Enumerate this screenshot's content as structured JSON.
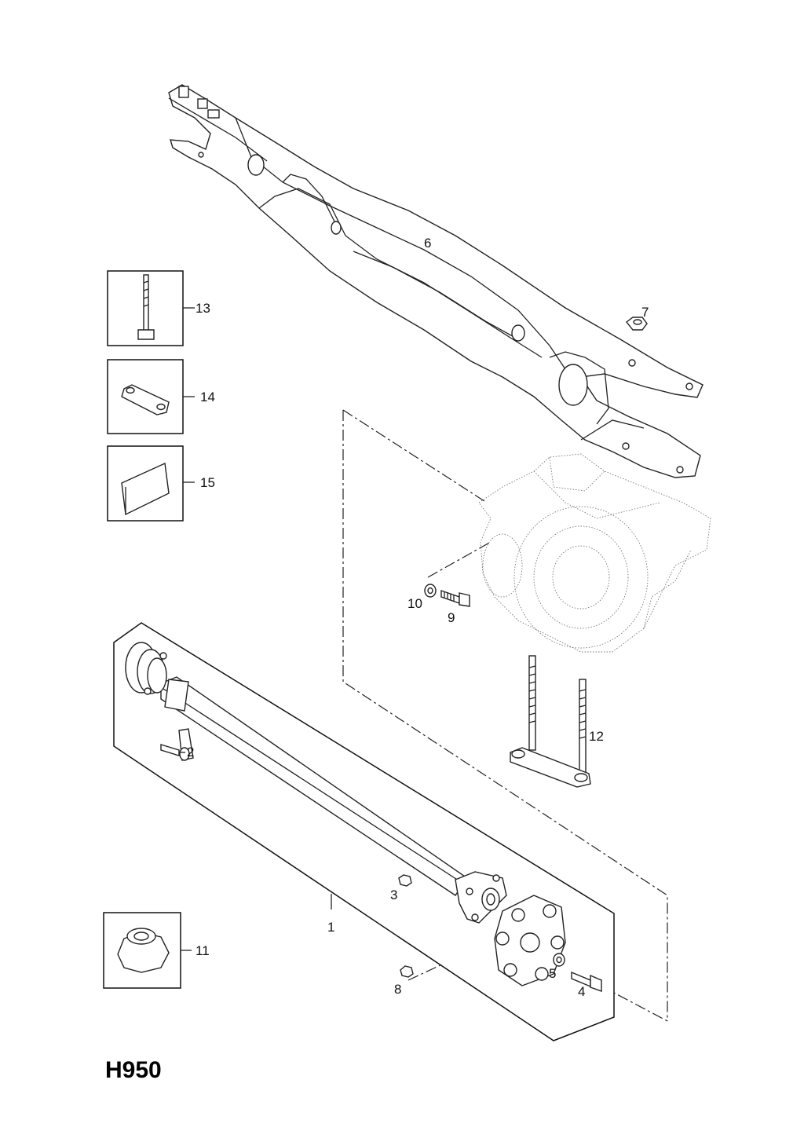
{
  "diagram": {
    "code": "H950",
    "callouts": {
      "c1": "1",
      "c2": "2",
      "c3": "3",
      "c4": "4",
      "c5": "5",
      "c6": "6",
      "c7": "7",
      "c8": "8",
      "c9": "9",
      "c10": "10",
      "c11": "11",
      "c12": "12",
      "c13": "13",
      "c14": "14",
      "c15": "15"
    }
  }
}
